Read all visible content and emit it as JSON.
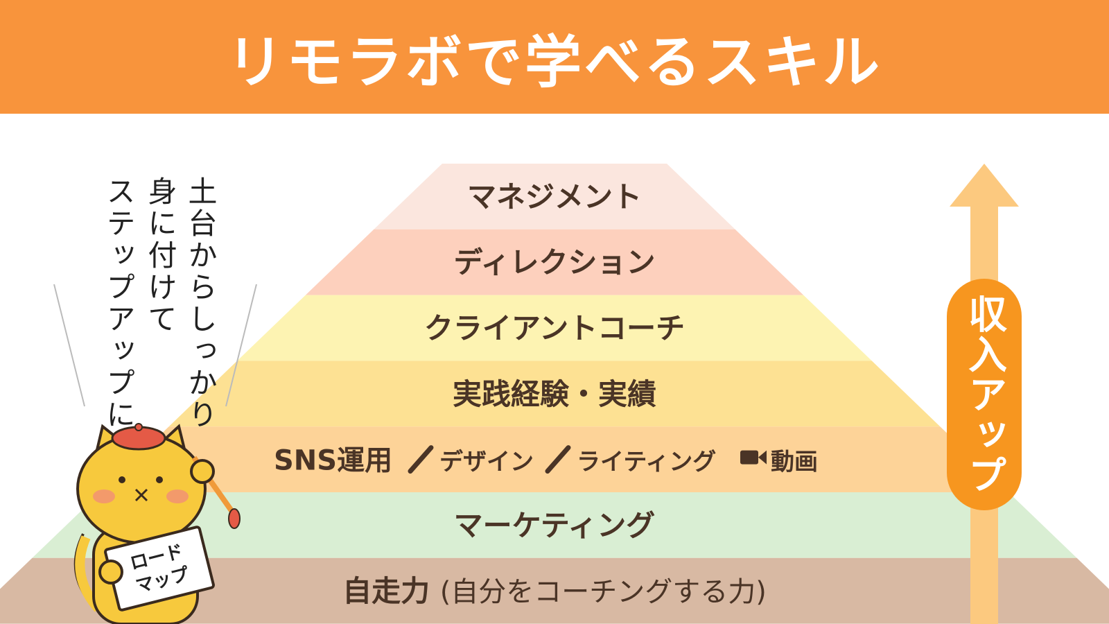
{
  "title": "リモラボで学べるスキル",
  "pyramid": {
    "layers": [
      {
        "label": "マネジメント",
        "color": "#fbe6de"
      },
      {
        "label": "ディレクション",
        "color": "#fdd0bd"
      },
      {
        "label": "クライアントコーチ",
        "color": "#fdf3b2"
      },
      {
        "label": "実践経験・実績",
        "color": "#fde193"
      },
      {
        "label": "SNS運用",
        "color": "#fdd398",
        "extras": [
          {
            "icon": "pen-icon",
            "label": "デザイン"
          },
          {
            "icon": "pen-icon",
            "label": "ライティング"
          },
          {
            "icon": "video-camera-icon",
            "label": "動画"
          }
        ]
      },
      {
        "label": "マーケティング",
        "color": "#d9eed3"
      },
      {
        "label": "自走力",
        "color": "#d8b9a3",
        "suffix": "(自分をコーチングする力)"
      }
    ]
  },
  "arrow": {
    "label": "収入アップ",
    "shaft_color": "#fcc97f",
    "pill_color": "#f7961f"
  },
  "note": {
    "lines": [
      "土台からしっかり",
      "身に付けて",
      "ステップアップにゃ"
    ]
  },
  "mascot": {
    "sign": [
      "ロード",
      "マップ"
    ]
  }
}
